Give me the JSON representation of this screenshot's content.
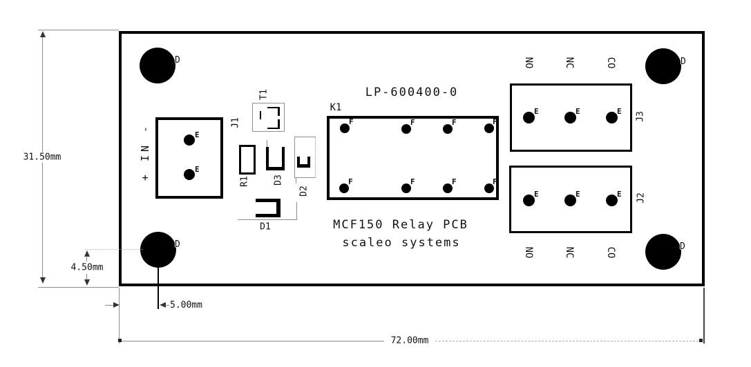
{
  "board": {
    "part_number": "LP-600400-0",
    "title": "MCF150 Relay PCB",
    "subtitle": "scaleo systems",
    "hole_label": "D"
  },
  "dimensions": {
    "board_height": "31.50mm",
    "hole_offset_y": "4.50mm",
    "hole_offset_x": "5.00mm",
    "board_width": "72.00mm"
  },
  "connectors": {
    "j1": {
      "ref": "J1",
      "polarity": "+ IN -",
      "pad_label": "E"
    },
    "j2": {
      "ref": "J2",
      "pad_label": "E",
      "pins": [
        "NO",
        "NC",
        "CO"
      ]
    },
    "j3": {
      "ref": "J3",
      "pad_label": "E",
      "pins": [
        "NO",
        "NC",
        "CO"
      ]
    }
  },
  "relay": {
    "ref": "K1",
    "pad_label": "F"
  },
  "components": {
    "r1": {
      "ref": "R1"
    },
    "d1": {
      "ref": "D1"
    },
    "d2": {
      "ref": "D2"
    },
    "d3": {
      "ref": "D3"
    },
    "t1": {
      "ref": "T1"
    }
  }
}
